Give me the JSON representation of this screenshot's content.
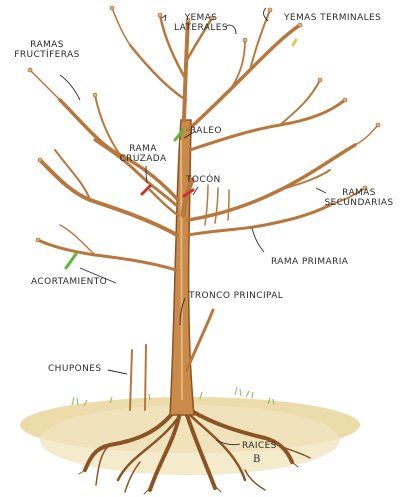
{
  "labels": {
    "yemas_laterales_1": "YEMAS",
    "yemas_laterales_2": "LATERALES",
    "yemas_terminales": "YEMAS TERMINALES",
    "ramas_fructiferas_1": "RAMAS",
    "ramas_fructiferas_2": "FRUCTÍFERAS",
    "raleo": "RALEO",
    "rama_cruzada_1": "RAMA",
    "rama_cruzada_2": "CRUZADA",
    "tocon": "TOCÓN",
    "ramas_secundarias_1": "RAMAS",
    "ramas_secundarias_2": "SECUNDARIAS",
    "rama_primaria": "RAMA PRIMARIA",
    "acortamiento": "ACORTAMIENTO",
    "tronco_principal": "TRONCO PRINCIPAL",
    "chupones": "CHUPONES",
    "raices": "RAICES",
    "signature": "B"
  },
  "colors": {
    "bark": "#c98a4a",
    "bark_dark": "#8a5424",
    "bark_light": "#e2b37b",
    "cut_mark_green": "#5db83a",
    "cut_mark_red": "#c8332a",
    "soil": "#e9d9a8",
    "grass": "#9cc97a",
    "ink": "#2b2b2b"
  }
}
